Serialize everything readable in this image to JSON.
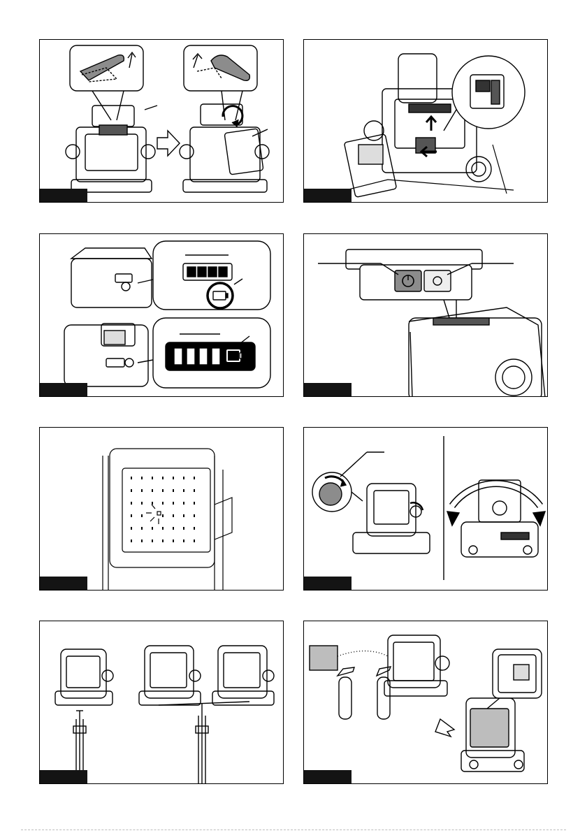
{
  "page": {
    "figures": [
      {
        "id": "fig1",
        "tab_text": "",
        "icon": "battery-install-icon"
      },
      {
        "id": "fig2",
        "tab_text": "",
        "icon": "battery-slot-icon"
      },
      {
        "id": "fig3",
        "tab_text": "",
        "icon": "battery-indicator-icon"
      },
      {
        "id": "fig4",
        "tab_text": "",
        "icon": "switch-panel-icon"
      },
      {
        "id": "fig5",
        "tab_text": "",
        "icon": "led-panel-icon"
      },
      {
        "id": "fig6",
        "tab_text": "",
        "icon": "angle-adjust-icon"
      },
      {
        "id": "fig7",
        "tab_text": "",
        "icon": "tripod-mount-icon"
      },
      {
        "id": "fig8",
        "tab_text": "",
        "icon": "cleaning-icon"
      }
    ],
    "colors": {
      "ink": "#000000",
      "tab": "#141414",
      "gray": "#8c8c8c",
      "light_gray": "#cfcfcf"
    }
  }
}
